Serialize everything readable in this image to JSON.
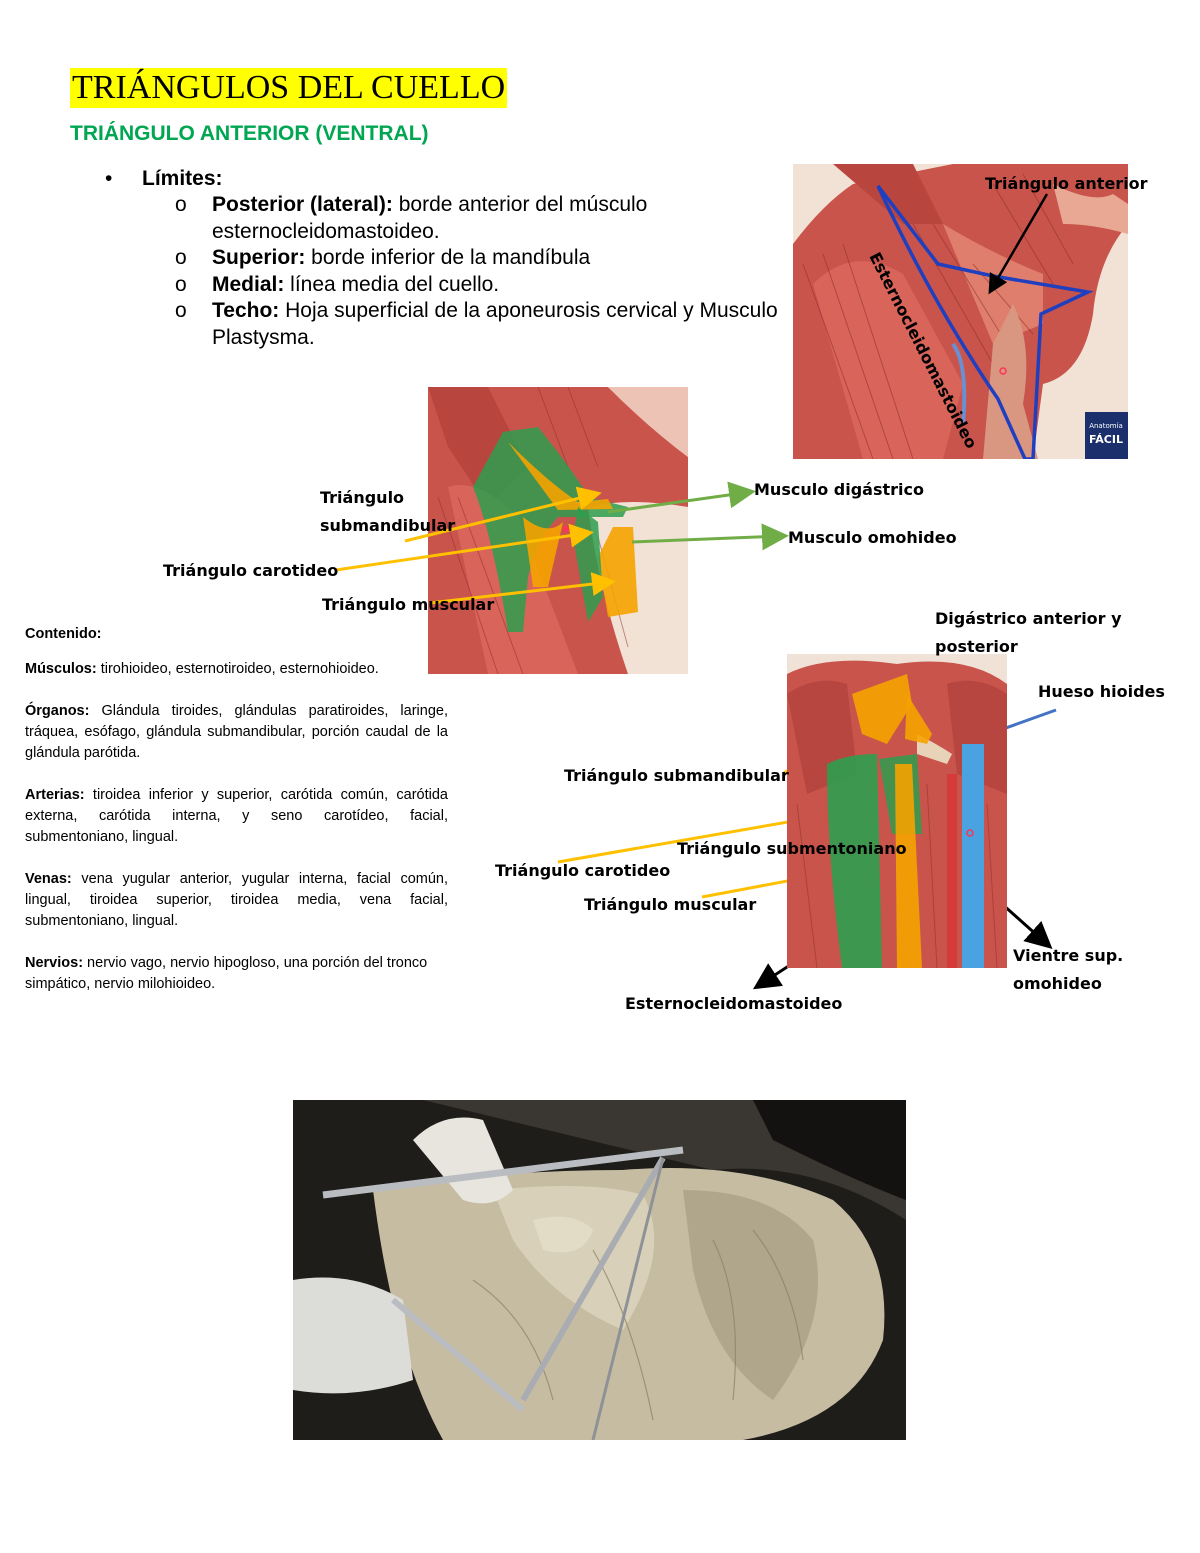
{
  "title": "TRIÁNGULOS DEL CUELLO",
  "subtitle": "TRIÁNGULO ANTERIOR (VENTRAL)",
  "limits": {
    "bullet": "•",
    "heading": "Límites:",
    "items": [
      {
        "marker": "o",
        "term": "Posterior (lateral):",
        "text": " borde anterior del músculo esternocleidomastoideo."
      },
      {
        "marker": "o",
        "term": "Superior:",
        "text": " borde inferior de la mandíbula"
      },
      {
        "marker": "o",
        "term": "Medial:",
        "text": " línea media del cuello."
      },
      {
        "marker": "o",
        "term": "Techo:",
        "text": " Hoja superficial de la aponeurosis cervical y Musculo Plastysma."
      }
    ]
  },
  "content": {
    "heading": "Contenido:",
    "sections": [
      {
        "term": "Músculos:",
        "text": " tirohioideo, esternotiroideo, esternohioideo."
      },
      {
        "term": "Órganos:",
        "text": " Glándula tiroides, glándulas paratiroides, laringe, tráquea, esófago, glándula submandibular, porción caudal de la glándula parótida."
      },
      {
        "term": "Arterias:",
        "text": " tiroidea inferior y superior, carótida común, carótida externa, carótida interna, y seno carotídeo, facial, submentoniano, lingual."
      },
      {
        "term": "Venas:",
        "text": " vena yugular anterior, yugular interna, facial común, lingual, tiroidea superior, tiroidea media, vena facial, submentoniano, lingual."
      },
      {
        "term": "Nervios:",
        "text": " nervio vago, nervio hipogloso, una porción del tronco simpático, nervio milohioideo."
      }
    ]
  },
  "figure1": {
    "label_anterior": "Triángulo anterior",
    "label_scm": "Esternocleidomastoideo",
    "watermark_top": "Anatomía",
    "watermark_bottom": "FÁCIL"
  },
  "figure2": {
    "label_submandibular_1": "Triángulo",
    "label_submandibular_2": "submandibular",
    "label_carotideo": "Triángulo carotideo",
    "label_muscular": "Triángulo muscular",
    "label_digastrico": "Musculo digástrico",
    "label_omohideo": "Musculo omohideo"
  },
  "figure3": {
    "label_digastrico_1": "Digástrico anterior y",
    "label_digastrico_2": "posterior",
    "label_hioides": "Hueso hioides",
    "label_submandibular": "Triángulo submandibular",
    "label_submentoniano": "Triángulo submentoniano",
    "label_carotideo": "Triángulo carotideo",
    "label_muscular": "Triángulo muscular",
    "label_vientre_1": "Vientre sup.",
    "label_vientre_2": "omohideo",
    "label_scm": "Esternocleidomastoideo"
  },
  "colors": {
    "title_highlight": "#ffff00",
    "subtitle": "#00a651",
    "arrow_orange": "#ffc000",
    "arrow_green": "#70ad47",
    "arrow_blue": "#4472c4",
    "outline_blue": "#1f3fbf",
    "triangle_green": "#2e9e4f",
    "triangle_orange": "#f5a300"
  }
}
